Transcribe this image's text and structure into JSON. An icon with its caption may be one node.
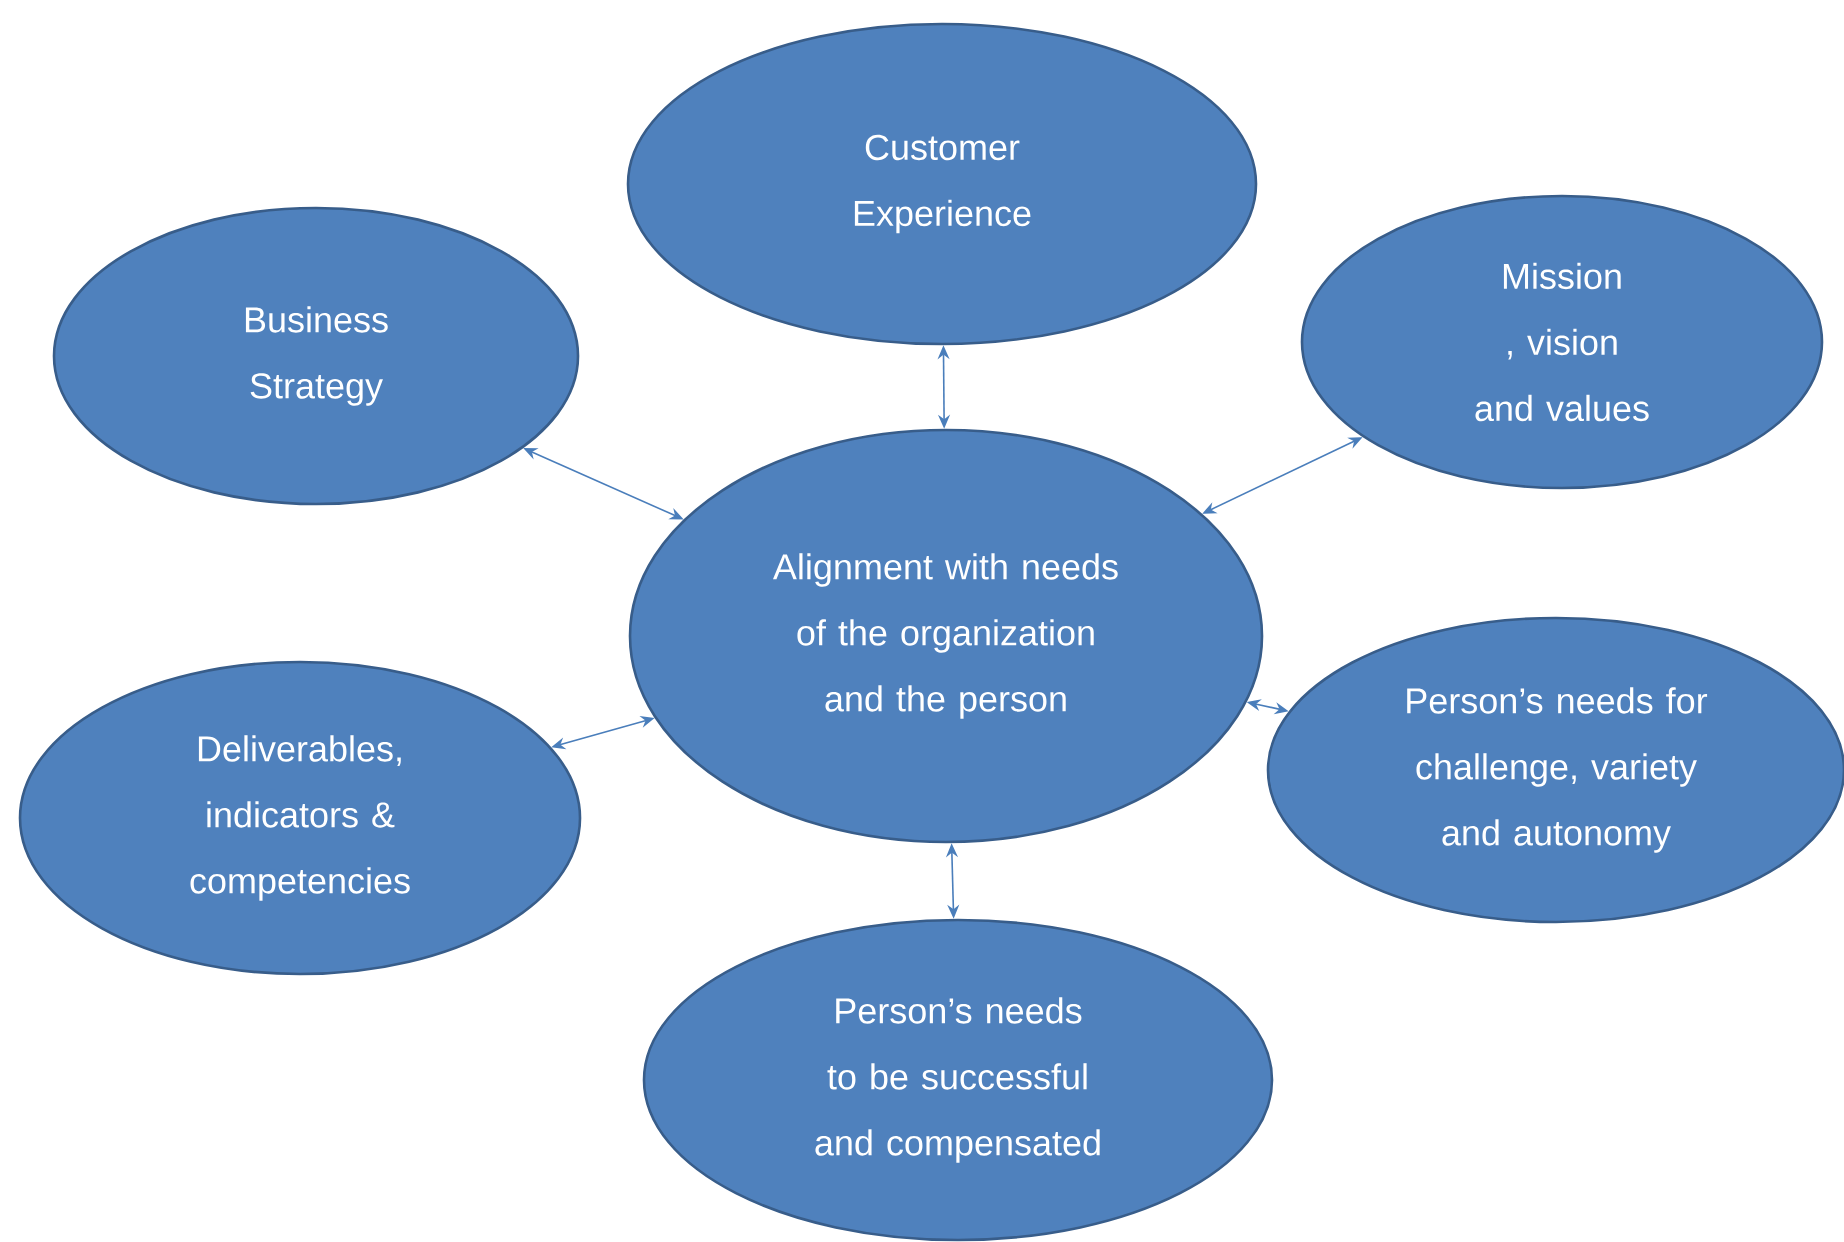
{
  "diagram": {
    "nodes": [
      {
        "text": [
          "Customer Experience"
        ]
      },
      {
        "text": [
          "Business Strategy"
        ]
      },
      {
        "text": [
          "Mission , vision and values"
        ]
      },
      {
        "text": [
          "Alignment with needs of the organization and the person"
        ]
      },
      {
        "text": [
          "Deliverables, indicators & competencies"
        ]
      },
      {
        "text": [
          "Person’s needs for challenge, variety and autonomy"
        ]
      },
      {
        "text": [
          "Person’s needs to be successful and compensated"
        ]
      }
    ],
    "edges": [
      {
        "from": 3,
        "to": 0,
        "arrow": "both"
      },
      {
        "from": 3,
        "to": 1,
        "arrow": "both"
      },
      {
        "from": 3,
        "to": 2,
        "arrow": "both"
      },
      {
        "from": 3,
        "to": 4,
        "arrow": "both"
      },
      {
        "from": 3,
        "to": 5,
        "arrow": "both"
      },
      {
        "from": 3,
        "to": 6,
        "arrow": "both"
      }
    ]
  }
}
